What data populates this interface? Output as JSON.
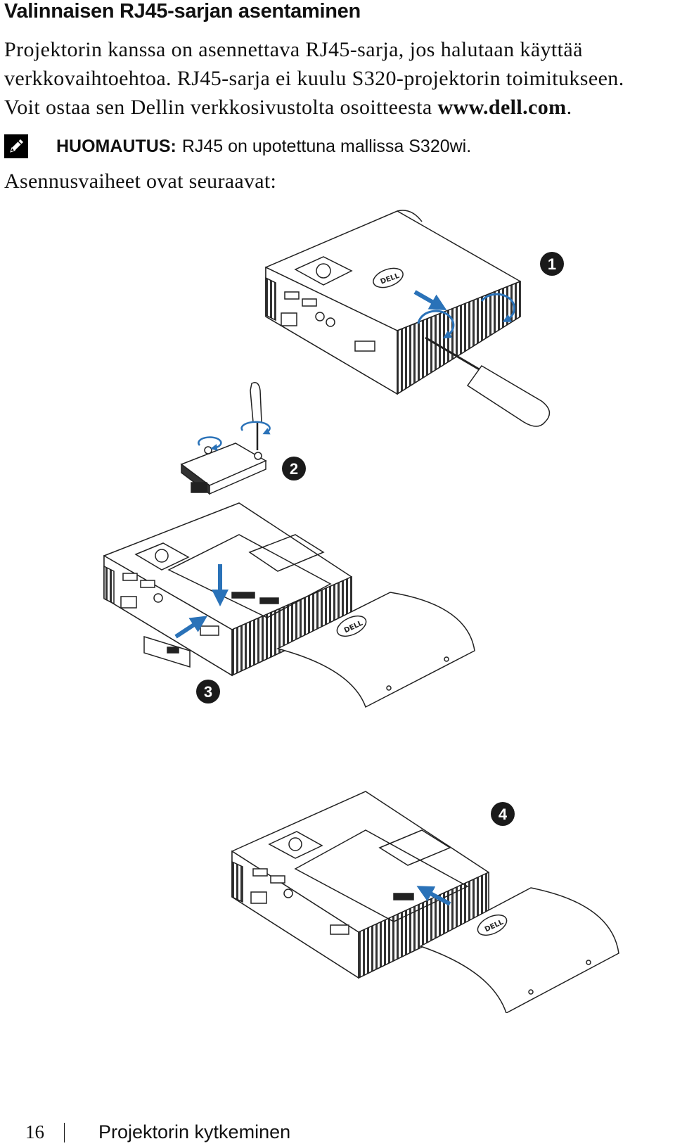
{
  "title": "Valinnaisen RJ45-sarjan asentaminen",
  "intro": {
    "line1": "Projektorin kanssa on asennettava RJ45-sarja, jos halutaan käyttää",
    "line2": "verkkovaihtoehtoa. RJ45-sarja ei kuulu S320-projektorin toimitukseen.",
    "line3_prefix": "Voit ostaa sen Dellin verkkosivustolta osoitteesta ",
    "line3_link": "www.dell.com",
    "line3_suffix": "."
  },
  "note": {
    "icon": "pencil-note-icon",
    "label": "HUOMAUTUS:",
    "text": "RJ45 on upotettuna mallissa S320wi."
  },
  "steps_intro": "Asennusvaiheet ovat seuraavat:",
  "steps": [
    {
      "number": "1"
    },
    {
      "number": "2"
    },
    {
      "number": "3"
    },
    {
      "number": "4"
    }
  ],
  "logo_text": "DELL",
  "colors": {
    "arrow": "#2a72b8",
    "badge": "#1a1a1a",
    "line": "#222222"
  },
  "footer": {
    "page_number": "16",
    "section": "Projektorin kytkeminen"
  }
}
